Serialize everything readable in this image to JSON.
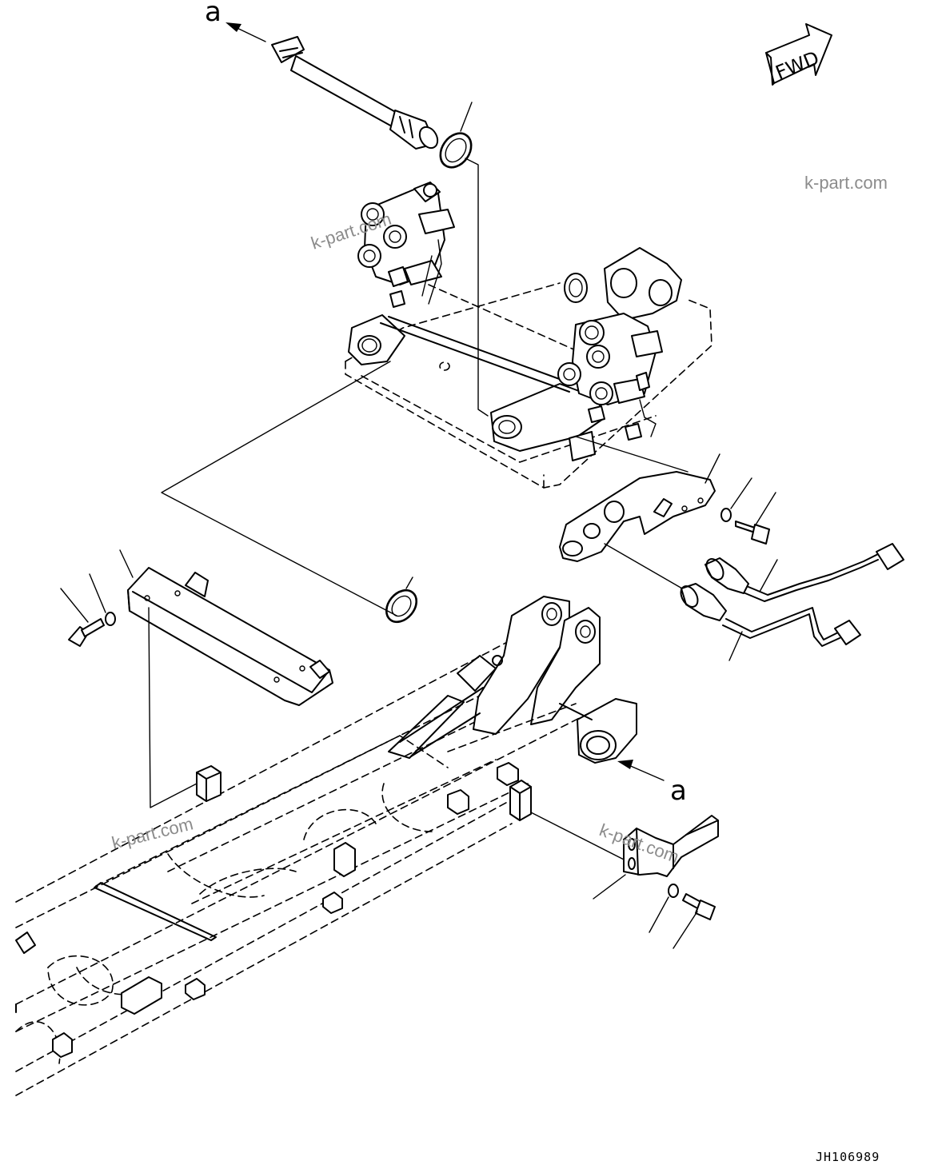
{
  "diagram": {
    "ref_label_top": "a",
    "ref_label_bottom": "a",
    "fwd_label": "FWD",
    "watermarks": [
      "k-part.com",
      "k-part.com",
      "k-part.com",
      "k-part.com"
    ],
    "drawing_number": "JH106989"
  }
}
